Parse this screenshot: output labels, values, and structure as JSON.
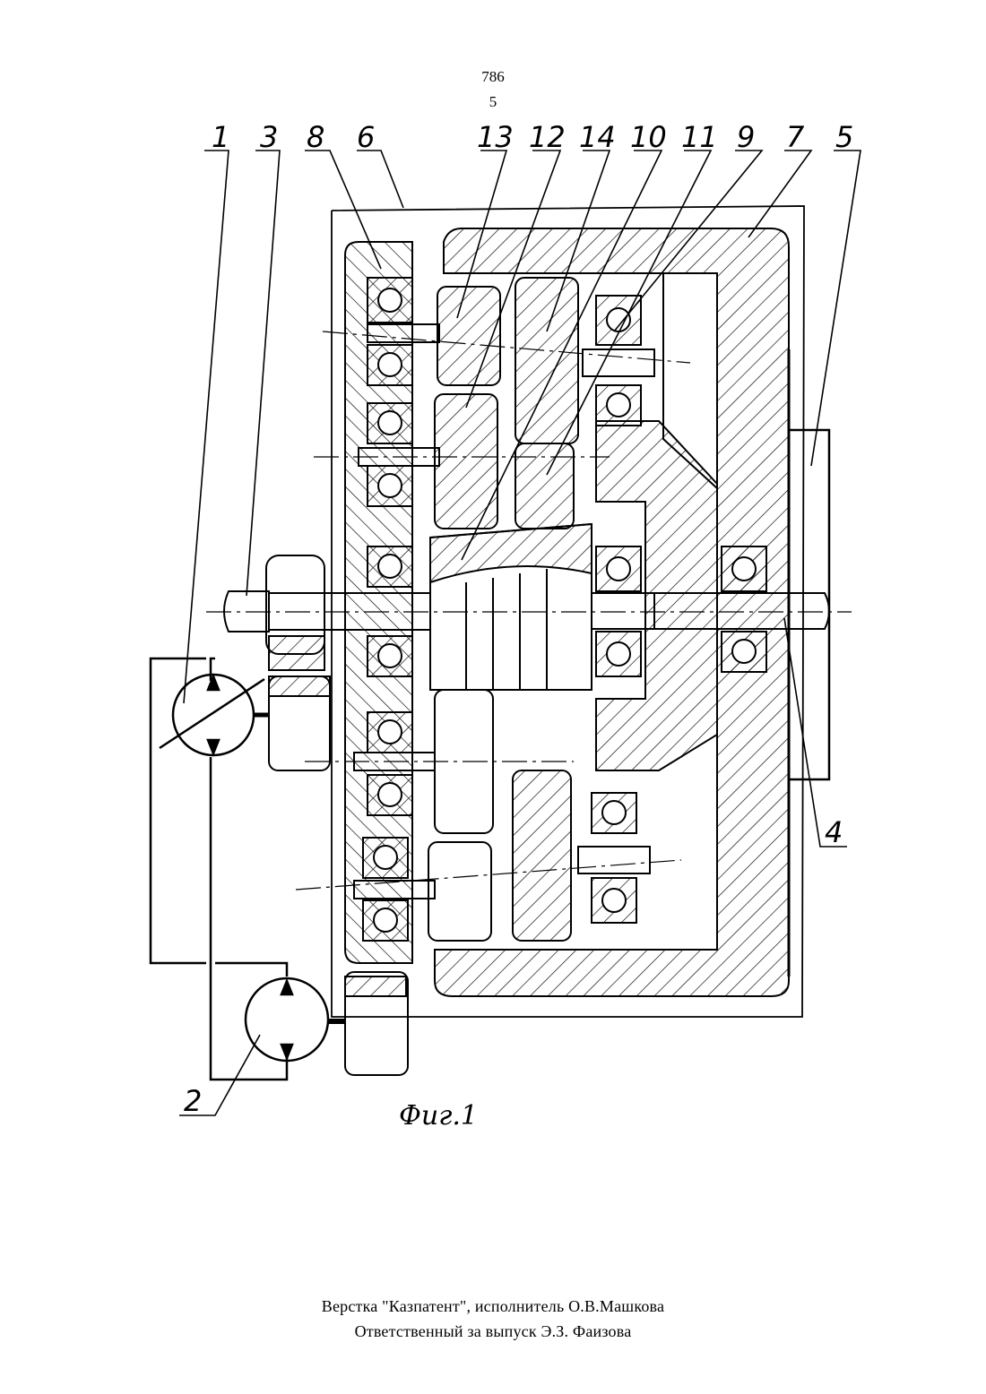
{
  "page_number": "786",
  "sheet_number": "5",
  "figure_caption": "Фиг.1",
  "callouts": [
    "1",
    "3",
    "8",
    "6",
    "13",
    "12",
    "14",
    "10",
    "11",
    "9",
    "7",
    "5",
    "4",
    "2"
  ],
  "footer": {
    "line1": "Верстка \"Казпатент\",  исполнитель  О.В.Машкова",
    "line2": "Ответственный  за выпуск  Э.З. Фаизова"
  }
}
